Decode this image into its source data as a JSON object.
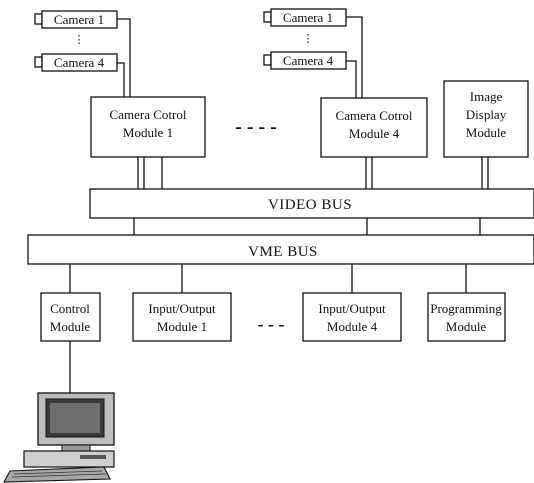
{
  "cameras_left": {
    "first": "Camera 1",
    "last": "Camera 4",
    "ellipsis": "⋮"
  },
  "cameras_right": {
    "first": "Camera 1",
    "last": "Camera 4",
    "ellipsis": "⋮"
  },
  "ccm1": {
    "line1": "Camera Cotrol",
    "line2": "Module 1"
  },
  "ccm4": {
    "line1": "Camera Cotrol",
    "line2": "Module 4"
  },
  "idm": {
    "line1": "Image",
    "line2": "Display",
    "line3": "Module"
  },
  "video_bus": "VIDEO BUS",
  "vme_bus": "VME BUS",
  "control": {
    "line1": "Control",
    "line2": "Module"
  },
  "io1": {
    "line1": "Input/Output",
    "line2": "Module 1"
  },
  "io4": {
    "line1": "Input/Output",
    "line2": "Module 4"
  },
  "prog": {
    "line1": "Programming",
    "line2": "Module"
  },
  "dash_top": "- - - -",
  "dash_bottom": "- - -"
}
